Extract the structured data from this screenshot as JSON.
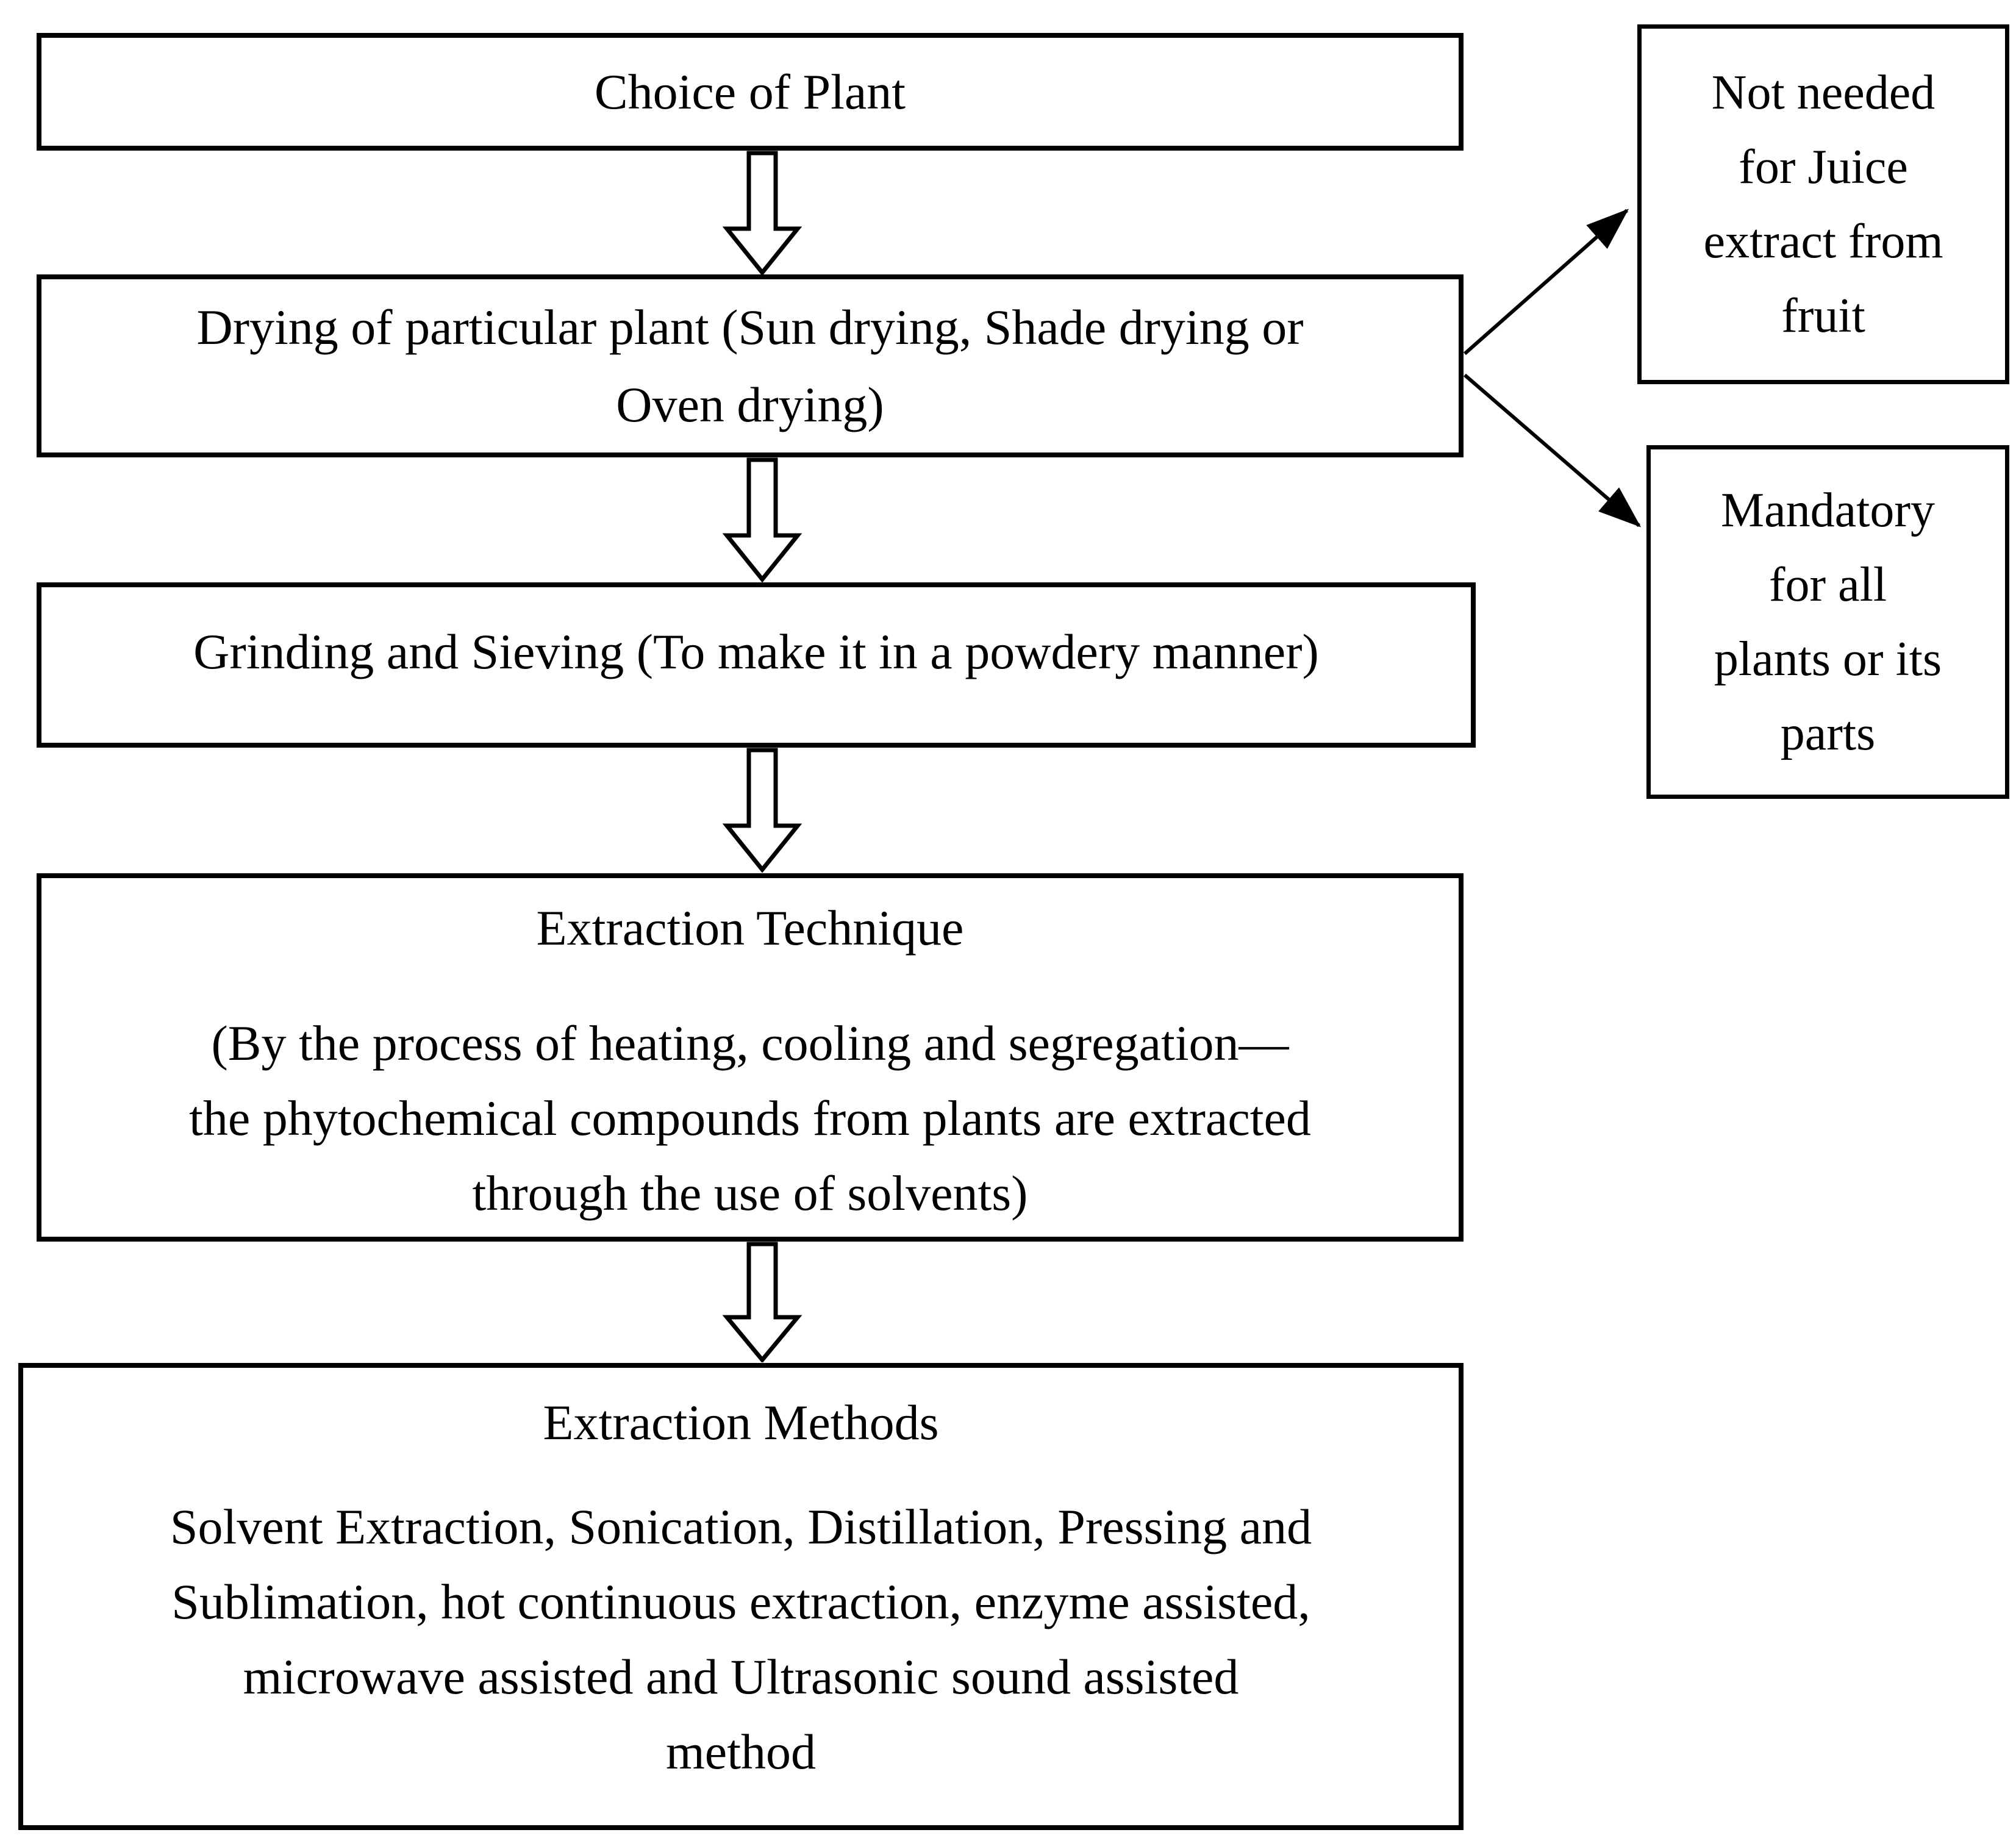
{
  "diagram": {
    "title": "Plant extraction process flowchart",
    "colors": {
      "border": "#000000",
      "background": "#ffffff",
      "text": "#000000"
    },
    "nodes": {
      "choice": {
        "text": "Choice of Plant"
      },
      "drying": {
        "text": "Drying of particular plant (Sun drying, Shade drying or Oven drying)",
        "lines": [
          "Drying of particular plant (Sun drying, Shade drying or",
          "Oven drying)"
        ]
      },
      "grinding": {
        "text": "Grinding and Sieving (To make it in a powdery manner)"
      },
      "technique": {
        "title": "Extraction Technique",
        "lines": [
          "(By the process of heating, cooling and segregation—",
          "the phytochemical compounds from plants are extracted",
          "through the use of solvents)"
        ]
      },
      "methods": {
        "title": "Extraction Methods",
        "lines": [
          "Solvent Extraction, Sonication, Distillation, Pressing and",
          "Sublimation, hot continuous extraction, enzyme assisted,",
          "microwave assisted and Ultrasonic sound assisted",
          "method"
        ]
      }
    },
    "side_notes": {
      "juice": {
        "text": "Not needed for Juice extract from fruit",
        "lines": [
          "Not needed",
          "for Juice",
          "extract from",
          "fruit"
        ]
      },
      "mandatory": {
        "text": "Mandatory for all plants or its parts",
        "lines": [
          "Mandatory",
          "for all",
          "plants or its",
          "parts"
        ]
      }
    },
    "arrows": {
      "flow": [
        "choice→drying",
        "drying→grinding",
        "grinding→technique",
        "technique→methods"
      ],
      "branch": [
        "drying→juice",
        "drying→mandatory"
      ]
    }
  }
}
